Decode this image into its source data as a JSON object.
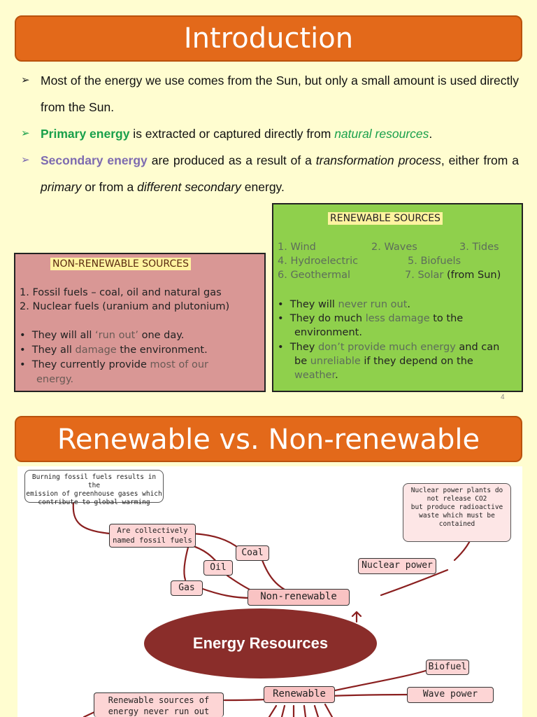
{
  "intro": {
    "title": "Introduction",
    "bullets": [
      {
        "parts": [
          "Most of the energy we use comes from the Sun, but only a small amount is used directly from the Sun."
        ]
      },
      {
        "lead": "Primary energy",
        "mid": " is extracted or captured directly from ",
        "highlight": "natural resources",
        "end": "."
      },
      {
        "lead": "Secondary energy",
        "a": " are produced as a result of a ",
        "b": "transformation process",
        "c": ", either from a ",
        "d": "primary",
        "e": " or from a ",
        "f": "different secondary",
        "g": " energy."
      }
    ]
  },
  "nonrenewable_box": {
    "title": "NON-RENEWABLE SOURCES",
    "items": [
      "1.  Fossil fuels – coal, oil and natural gas",
      "2.  Nuclear fuels (uranium and plutonium)"
    ],
    "points": [
      {
        "pre": "They will all ",
        "hl": "‘run out’",
        "post": " one day."
      },
      {
        "pre": "They all ",
        "hl": "damage",
        "post": " the environment."
      },
      {
        "pre": "They currently provide ",
        "hl": "most of our",
        "post": ""
      },
      {
        "pre": "",
        "hl": "energy.",
        "post": ""
      }
    ]
  },
  "renewable_box": {
    "title": "RENEWABLE SOURCES",
    "row1": [
      "1.  Wind",
      "2.  Waves",
      "3.  Tides"
    ],
    "row2": [
      "4.  Hydroelectric",
      "5.  Biofuels"
    ],
    "row3": [
      "6.  Geothermal",
      "7.  Solar",
      "(from Sun)"
    ],
    "points": [
      {
        "pre": "They will ",
        "hl": "never run out",
        "post": "."
      },
      {
        "pre": "They do much ",
        "hl": "less damage",
        "post": " to the"
      },
      {
        "pre": "environment.",
        "hl": "",
        "post": ""
      },
      {
        "pre": "They ",
        "hl": "don’t provide much energy",
        "post": " and can"
      },
      {
        "pre": "be ",
        "hl": "unreliable",
        "post": " if they depend on the"
      },
      {
        "pre": "",
        "hl": "weather",
        "post": "."
      }
    ]
  },
  "page_number": "4",
  "section2": {
    "title": "Renewable vs. Non-renewable",
    "center": "Energy Resources",
    "nodes": {
      "coal": "Coal",
      "oil": "Oil",
      "gas": "Gas",
      "nonrenewable": "Non-renewable",
      "nuclear": "Nuclear power",
      "fossil": [
        "Are collectively",
        "named fossil fuels"
      ],
      "renewable": "Renewable",
      "biofuel": "Biofuel",
      "wave": "Wave power",
      "renew_note": [
        "Renewable sources of",
        "energy never run out"
      ]
    },
    "notes": {
      "burning": [
        "Burning fossil fuels results in the",
        "emission of greenhouse gases which",
        "contribute to global warming"
      ],
      "nuclear": [
        "Nuclear power plants do",
        "not release CO2",
        "but produce radioactive",
        "waste which must be",
        "contained"
      ]
    }
  },
  "colors": {
    "banner": "#e3691a",
    "nonrenewable_box": "#d99795",
    "renewable_box": "#8fd04c",
    "ellipse": "#8a2d2a",
    "primary": "#19a04b",
    "secondary": "#7d6bb0"
  }
}
